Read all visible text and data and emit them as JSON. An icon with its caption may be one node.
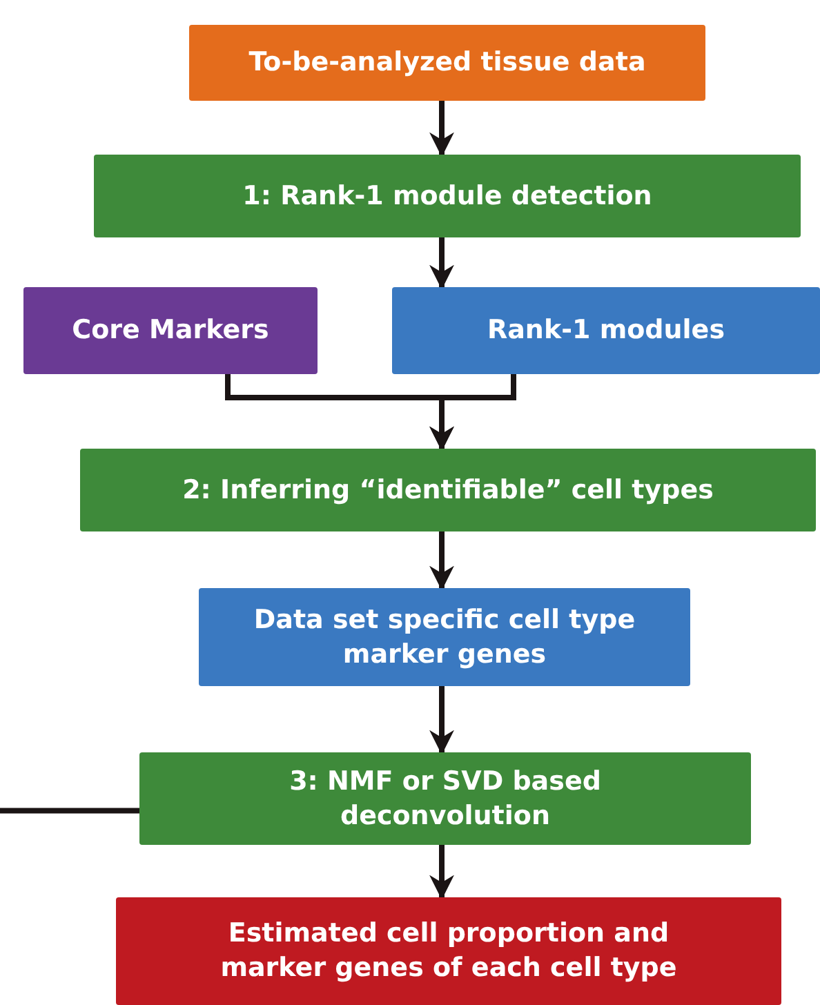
{
  "diagram": {
    "nodes": [
      {
        "text": [
          "To-be-analyzed tissue data"
        ]
      },
      {
        "text": [
          "1: Rank-1 module detection"
        ]
      },
      {
        "text": [
          "Core Markers"
        ]
      },
      {
        "text": [
          "Rank-1 modules"
        ]
      },
      {
        "text": [
          "2: Inferring “identifiable” cell types"
        ]
      },
      {
        "text": [
          "Data set specific cell type marker genes"
        ]
      },
      {
        "text": [
          "3: NMF or SVD based deconvolution"
        ]
      },
      {
        "text": [
          "Estimated cell proportion and marker genes of each cell type"
        ]
      }
    ],
    "edges": [
      {
        "from": 0,
        "to": 1,
        "arrow": "to"
      },
      {
        "from": 1,
        "to": 3,
        "arrow": "to"
      },
      {
        "from": 2,
        "to": 4,
        "arrow": "to"
      },
      {
        "from": 3,
        "to": 4,
        "arrow": "to"
      },
      {
        "from": 4,
        "to": 5,
        "arrow": "to"
      },
      {
        "from": 5,
        "to": 6,
        "arrow": "to"
      },
      {
        "from": 6,
        "to": 7,
        "arrow": "to"
      },
      {
        "from": null,
        "to": 6,
        "arrow": "none"
      }
    ]
  }
}
